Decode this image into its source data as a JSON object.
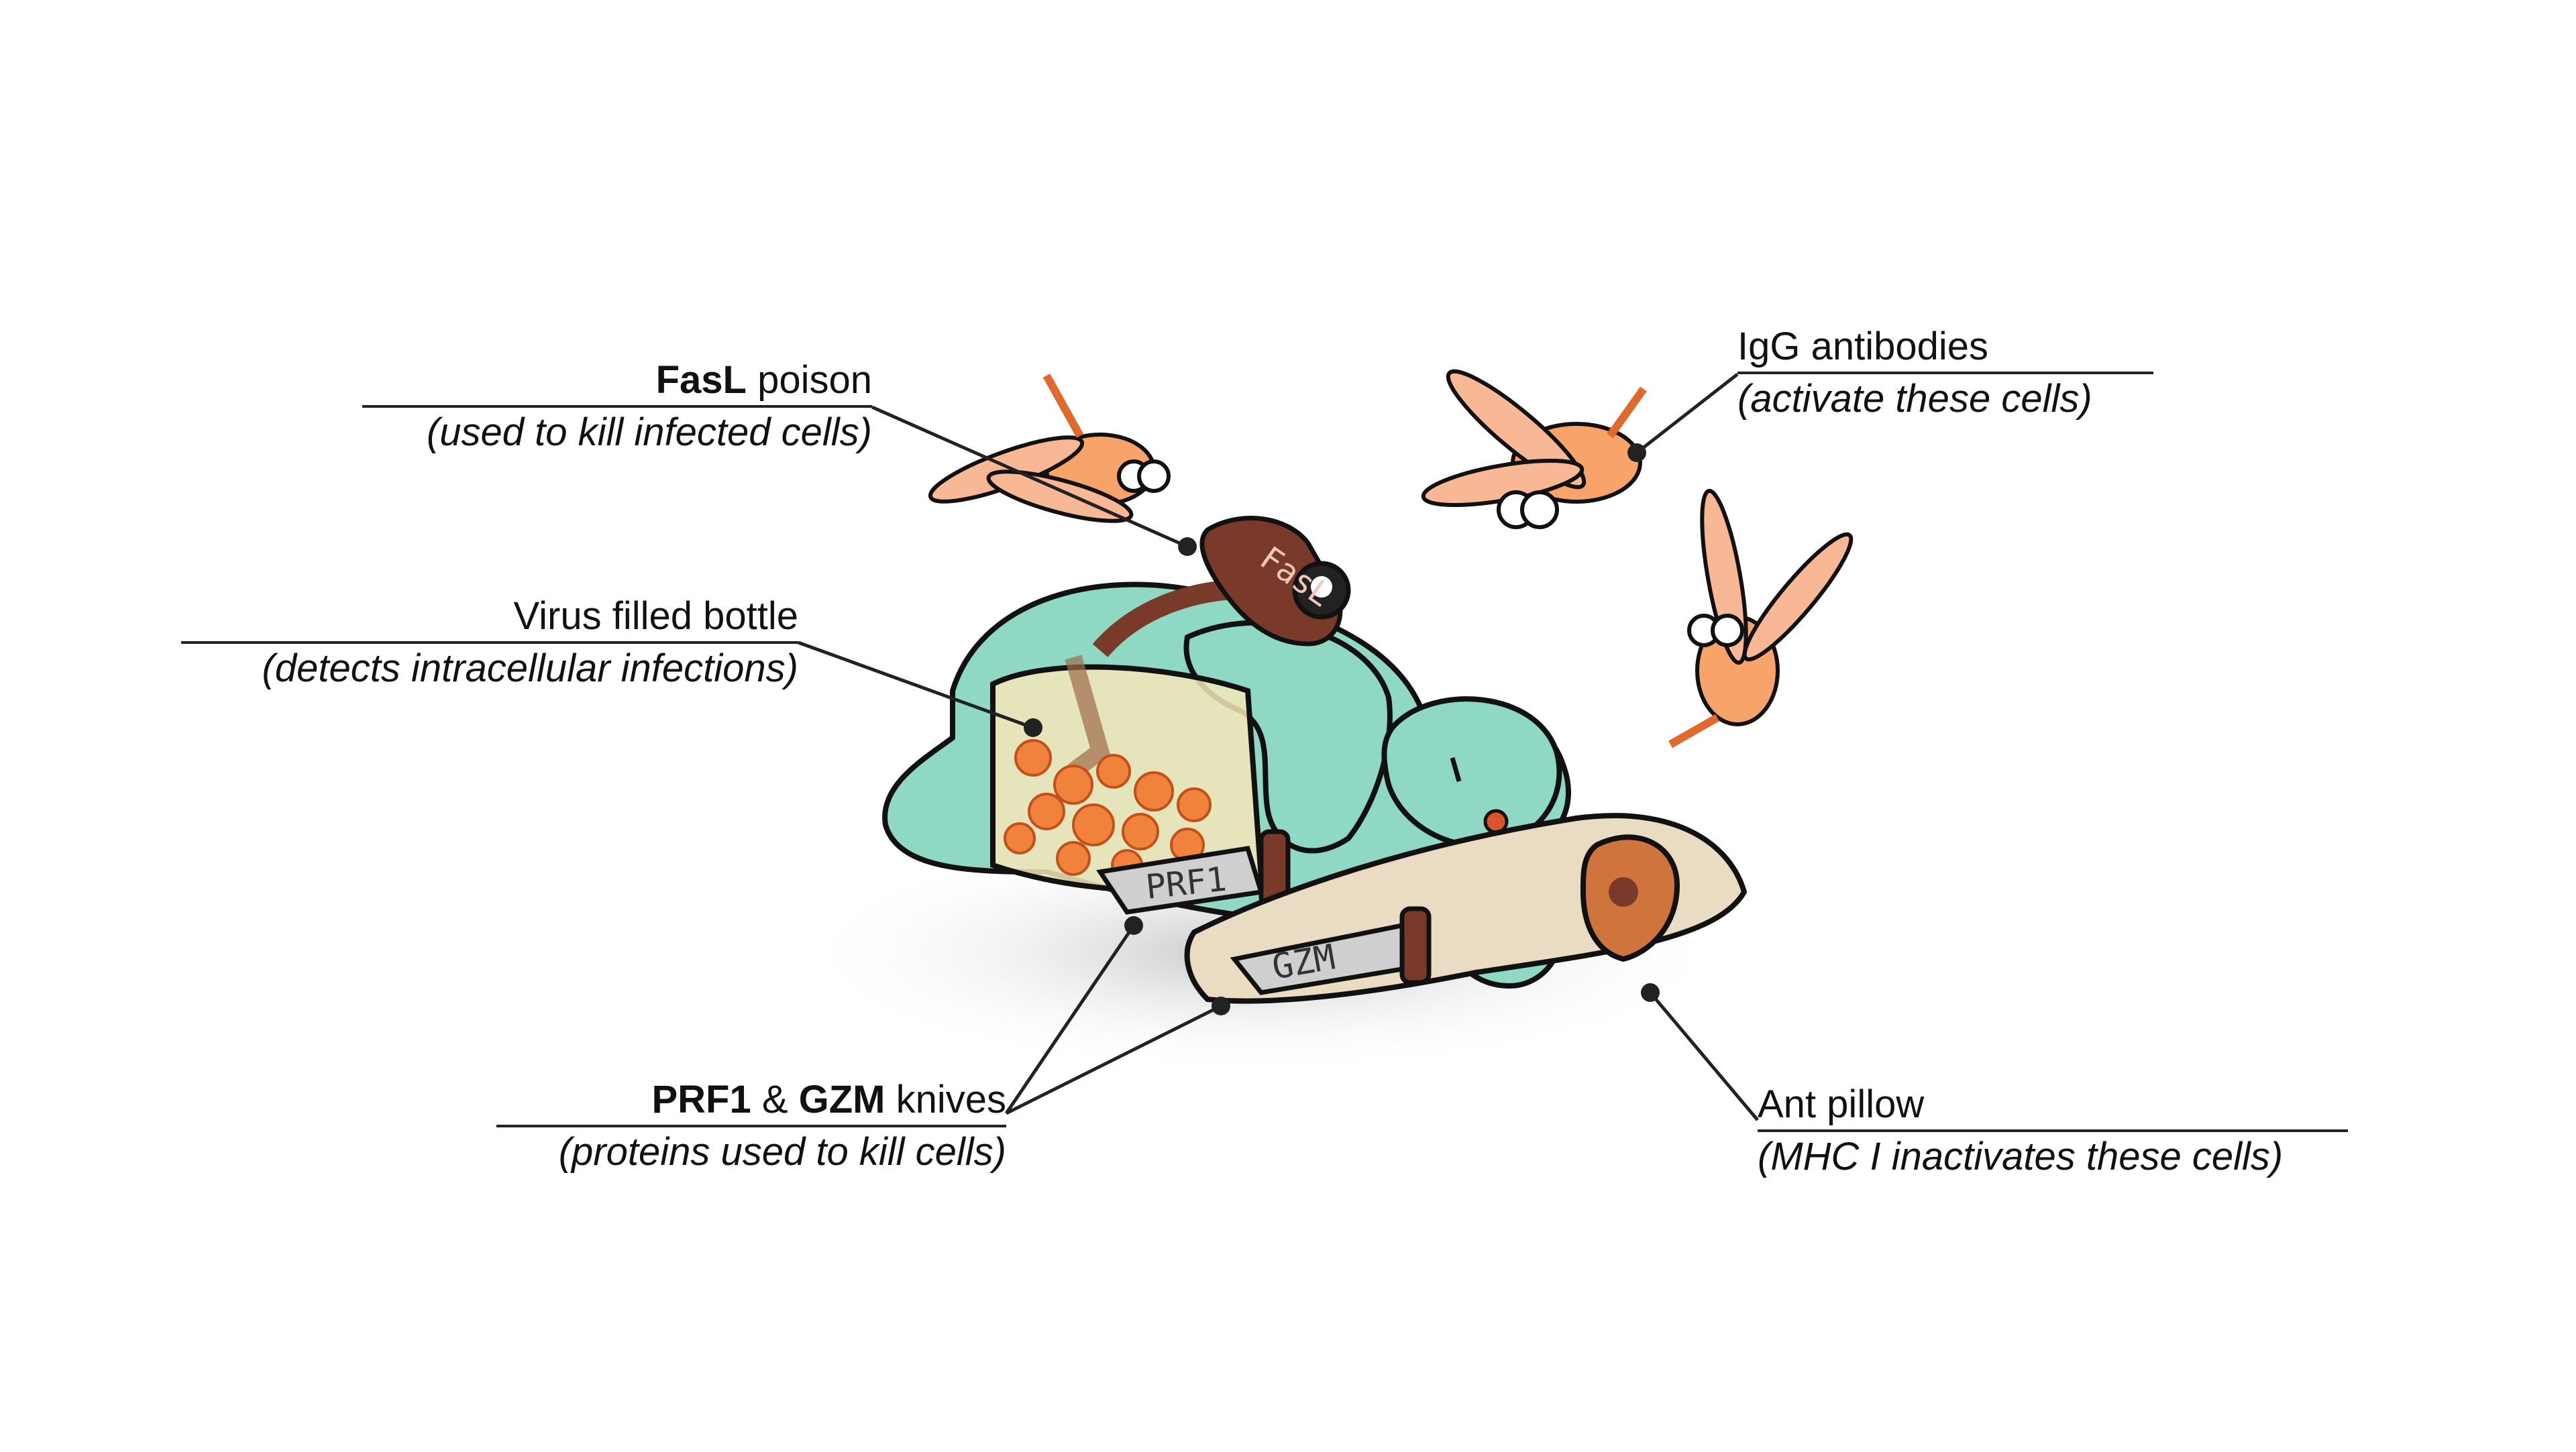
{
  "labels": {
    "fasl": {
      "bold": "FasL",
      "rest": " poison",
      "sub": "(used to kill infected cells)"
    },
    "bottle": {
      "title": "Virus filled bottle",
      "sub": "(detects intracellular infections)"
    },
    "knives": {
      "bold1": "PRF1",
      "mid": " & ",
      "bold2": "GZM",
      "rest": " knives",
      "sub": "(proteins used to kill cells)"
    },
    "igg": {
      "title": "IgG antibodies",
      "sub": "(activate these cells)"
    },
    "pillow": {
      "title": "Ant pillow",
      "sub": "(MHC I inactivates these cells)"
    }
  },
  "illustration": {
    "flask_label": "FasL",
    "knife1_label": "PRF1",
    "knife2_label": "GZM"
  },
  "colors": {
    "body": "#8fd8c4",
    "body_shade": "#6cbfa9",
    "bottle_glass": "#f5e6b8",
    "virus": "#f0823c",
    "antibody": "#f7a36a",
    "pillow": "#eadcc3",
    "leather": "#7a3a2a",
    "outline": "#111111"
  }
}
